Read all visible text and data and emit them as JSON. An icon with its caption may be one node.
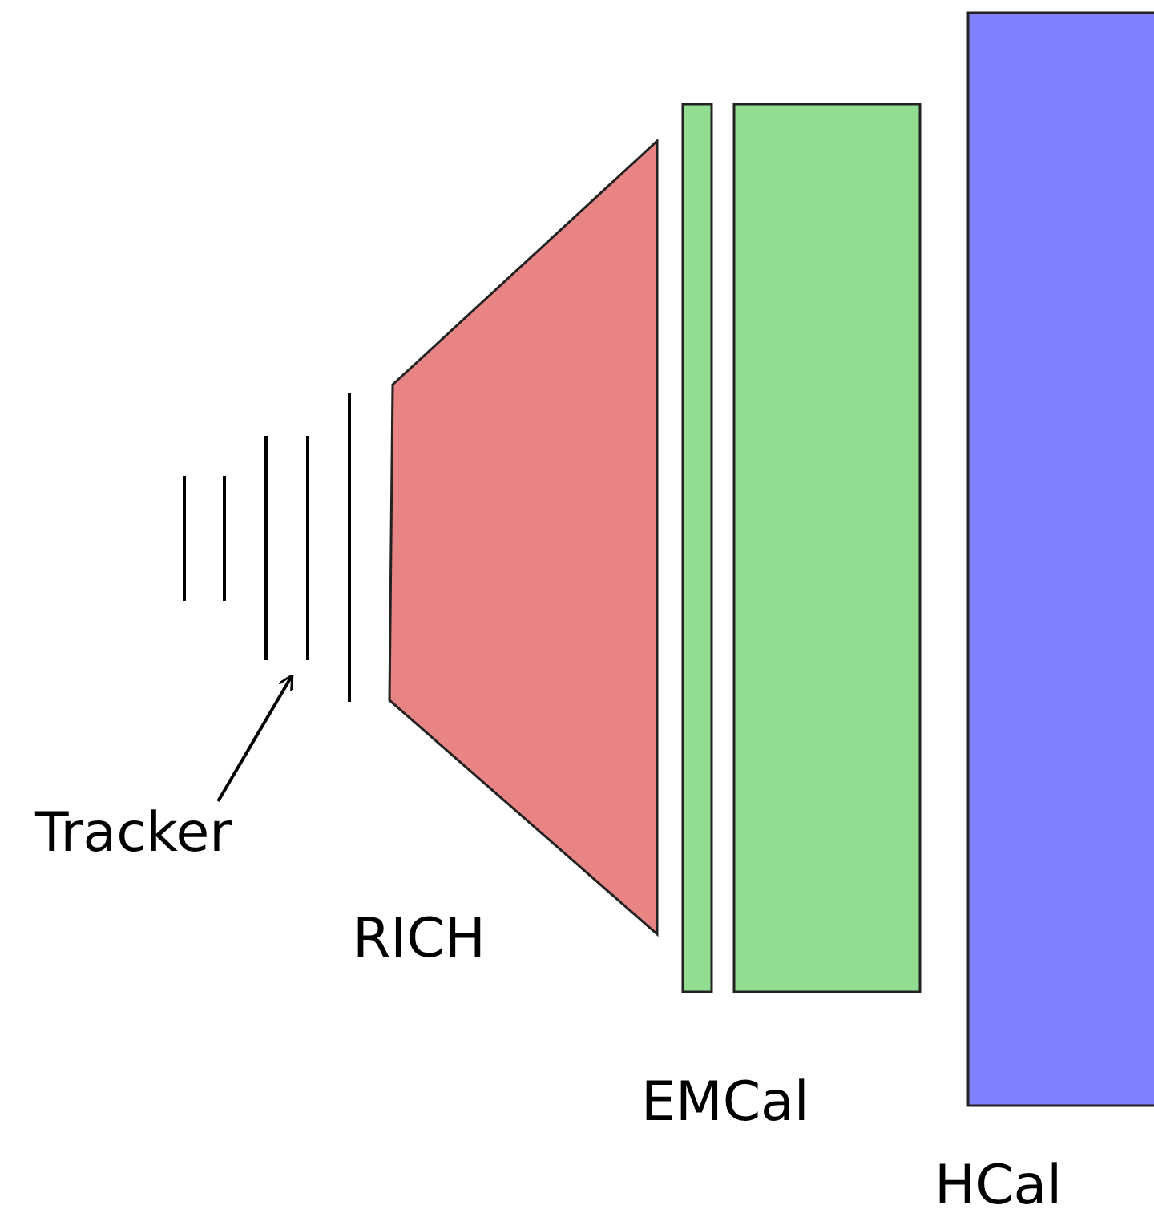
{
  "diagram": {
    "nodes": [
      {
        "text": [
          "Tracker"
        ]
      },
      {
        "text": [],
        "shape": "bar"
      },
      {
        "text": [],
        "shape": "trapezoid",
        "beside": [
          "RICH"
        ]
      },
      {
        "text": [],
        "shape": "box"
      },
      {
        "text": [],
        "shape": "box",
        "beside": [
          "EMCal"
        ]
      },
      {
        "text": [],
        "shape": "box",
        "beside": [
          "HCal"
        ]
      }
    ],
    "edges": [
      {
        "from": 0,
        "to": 1,
        "arrow": "to"
      }
    ]
  }
}
